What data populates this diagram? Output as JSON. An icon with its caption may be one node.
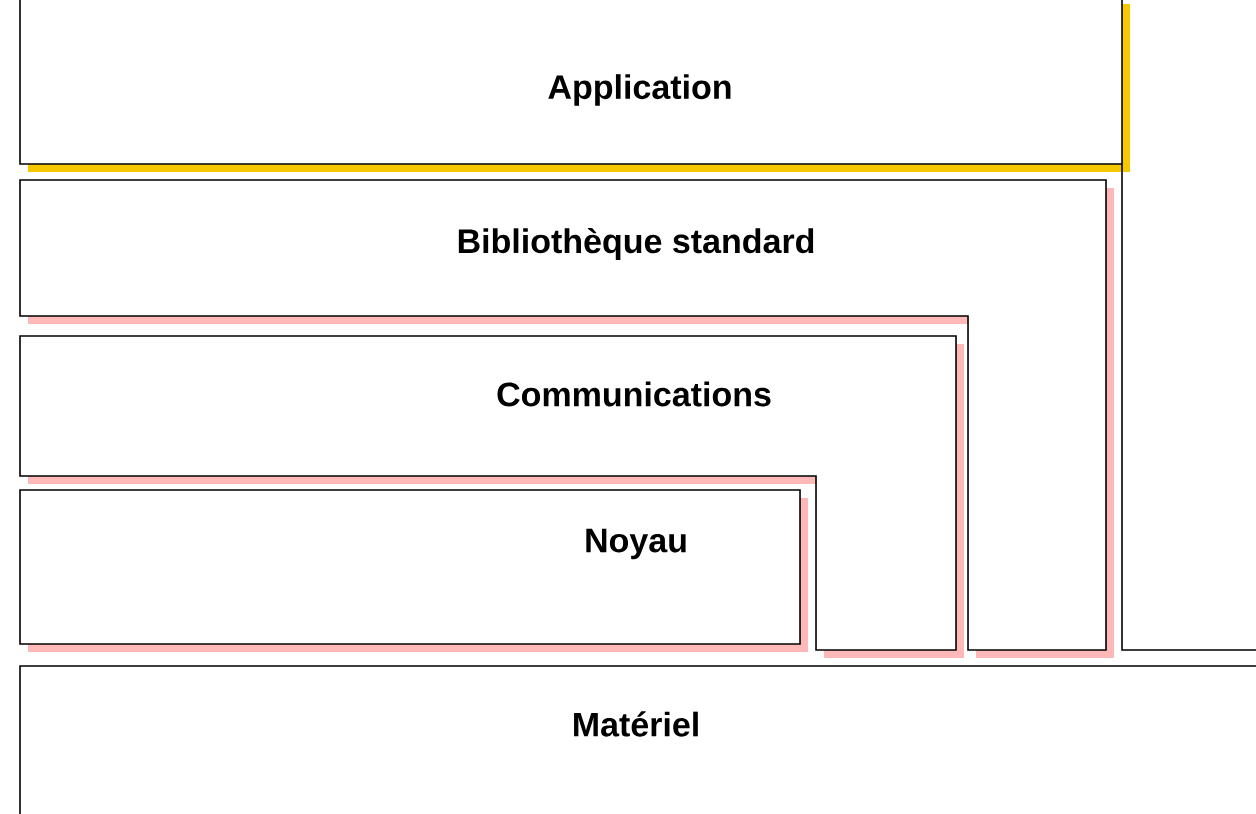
{
  "diagram": {
    "nodes": [
      {
        "text": [
          "Application"
        ]
      },
      {
        "text": [
          "Bibliothèque standard"
        ]
      },
      {
        "text": [
          "Communications"
        ]
      },
      {
        "text": [
          "Noyau"
        ]
      },
      {
        "text": [
          "Matériel"
        ]
      }
    ]
  }
}
